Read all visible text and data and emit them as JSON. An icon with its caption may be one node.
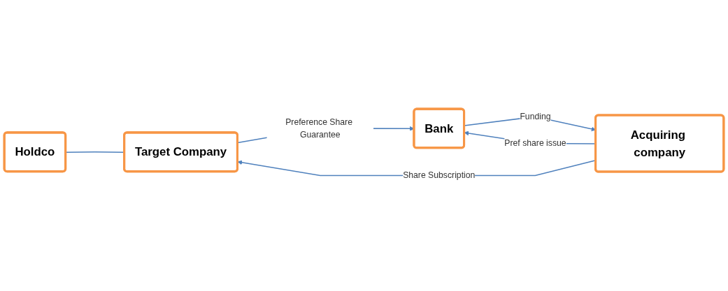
{
  "diagram": {
    "nodes": [
      {
        "text": [
          "Holdco"
        ]
      },
      {
        "text": [
          "Target Company"
        ]
      },
      {
        "text": [
          "Acquiring company"
        ]
      },
      {
        "text": [
          "Bank"
        ]
      }
    ],
    "edges": [
      {
        "from": 0,
        "to": 1,
        "arrow": "none"
      },
      {
        "from": 2,
        "to": 1,
        "arrow": "to",
        "label": "Share Subscription"
      },
      {
        "from": 3,
        "to": 2,
        "arrow": "to",
        "label": "Funding"
      },
      {
        "from": 2,
        "to": 3,
        "arrow": "to",
        "label": "Pref share issue"
      },
      {
        "from": 1,
        "to": 3,
        "arrow": "to",
        "label": "Preference Share Guarantee"
      }
    ]
  }
}
